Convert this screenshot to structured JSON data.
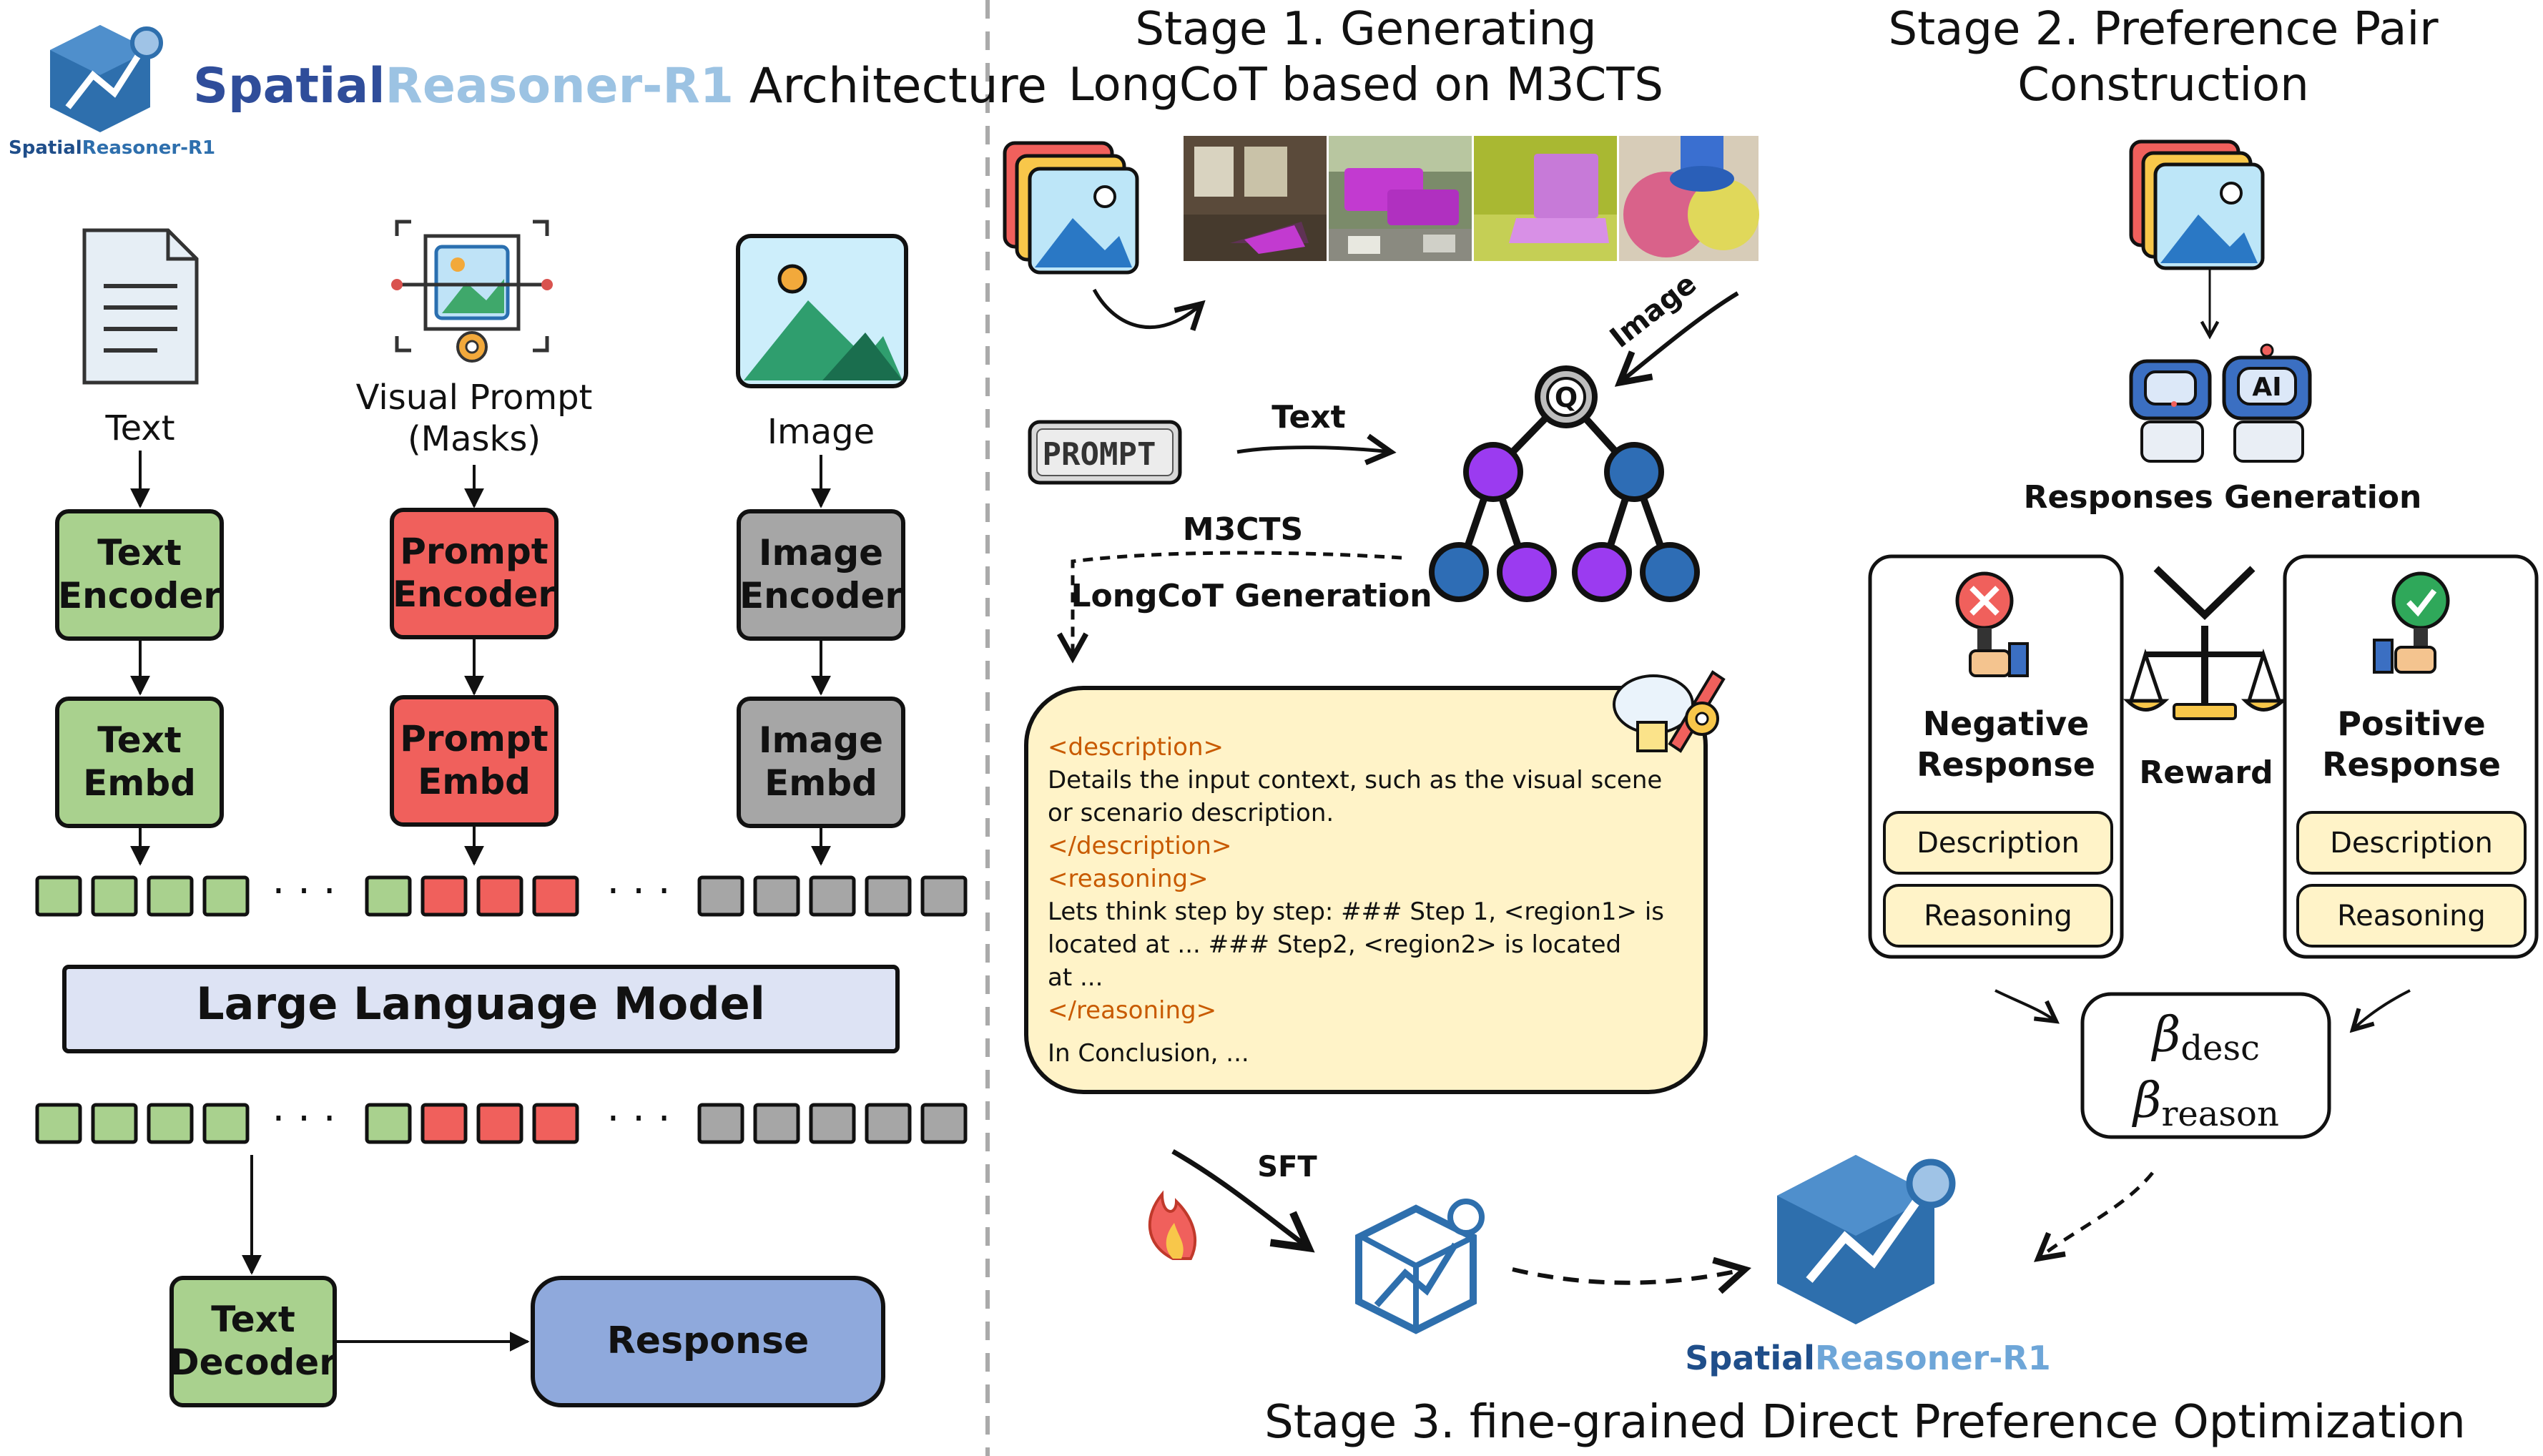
{
  "colors": {
    "green": "#a9d18e",
    "red": "#f0605c",
    "gray": "#a6a6a6",
    "llm": "#dde3f4",
    "response": "#8fa9dc",
    "brand_blue": "#2e6fad",
    "brand_light": "#9fc3e6",
    "cot_bg": "#fff3c8",
    "cot_tag": "#c85a00",
    "tree_purple": "#9b3bf0",
    "tree_blue": "#2e6db5"
  },
  "brand": {
    "logo_caption_part1": "Spatial",
    "logo_caption_part2": "Reasoner-R1",
    "title_part1": "Spatial",
    "title_part2": "Reasoner-R1",
    "title_part3": " Architecture"
  },
  "architecture": {
    "inputs": {
      "text": "Text",
      "visual_prompt_line1": "Visual Prompt",
      "visual_prompt_line2": "(Masks)",
      "image": "Image"
    },
    "encoders": {
      "text_line1": "Text",
      "text_line2": "Encoder",
      "prompt_line1": "Prompt",
      "prompt_line2": "Encoder",
      "image_line1": "Image",
      "image_line2": "Encoder"
    },
    "embeddings": {
      "text_line1": "Text",
      "text_line2": "Embd",
      "prompt_line1": "Prompt",
      "prompt_line2": "Embd",
      "image_line1": "Image",
      "image_line2": "Embd"
    },
    "ellipsis": "· · ·",
    "llm": "Large Language Model",
    "decoder_line1": "Text",
    "decoder_line2": "Decoder",
    "response": "Response"
  },
  "stage1": {
    "title_line1": "Stage 1. Generating",
    "title_line2": "LongCoT based on M3CTS",
    "image_arrow_label": "Image",
    "prompt_badge": "PROMPT",
    "text_arrow_label": "Text",
    "root_node": "Q",
    "m3cts_label": "M3CTS",
    "longcot_label": "LongCoT Generation",
    "cot": {
      "desc_open": "<description>",
      "desc_line1": "Details the input context, such as the visual scene",
      "desc_line2": "or scenario description.",
      "desc_close": "</description>",
      "reason_open": "<reasoning>",
      "reason_line1": "Lets think step by step: ### Step 1, <region1> is",
      "reason_line2": "located at ...  ### Step2, <region2> is located",
      "reason_line3": "at ...",
      "reason_close": "</reasoning>",
      "conclusion": "In Conclusion, ..."
    }
  },
  "stage2": {
    "title_line1": "Stage 2. Preference Pair",
    "title_line2": "Construction",
    "robot_badge": "AI",
    "responses_generation": "Responses Generation",
    "negative_line1": "Negative",
    "negative_line2": "Response",
    "positive_line1": "Positive",
    "positive_line2": "Response",
    "reward": "Reward",
    "description": "Description",
    "reasoning": "Reasoning",
    "beta_symbol": "β",
    "beta_desc_sub": "desc",
    "beta_reason_sub": "reason"
  },
  "stage3": {
    "sft_label": "SFT",
    "logo_caption_part1": "Spatial",
    "logo_caption_part2": "Reasoner-R1",
    "title": "Stage 3. fine-grained Direct Preference Optimization"
  }
}
